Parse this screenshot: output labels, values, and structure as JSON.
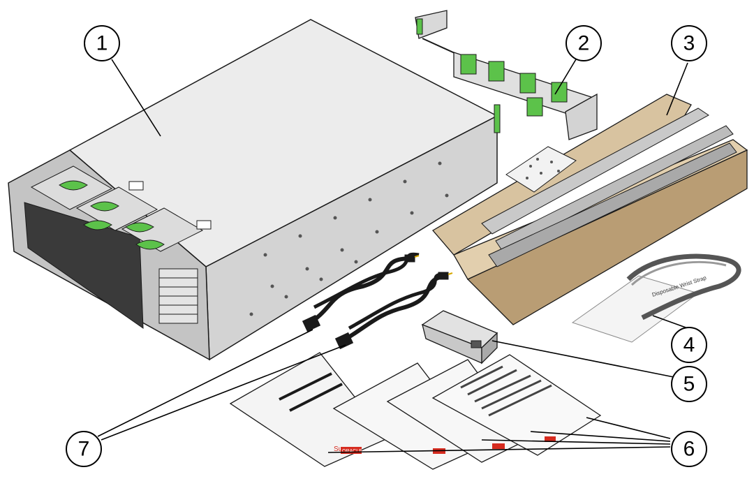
{
  "callouts": {
    "server": "1",
    "cable_management_arm": "2",
    "rail_kit": "3",
    "antistatic_wrist_strap": "4",
    "rj45_db9_adapter": "5",
    "documentation": "6",
    "power_cords": "7"
  },
  "labels": {
    "wrist_strap_bag": "Disposable Wrist Strap",
    "doc_brand": "Sun",
    "doc_brand_badge": "ORACLE"
  },
  "colors": {
    "outline": "#1a1a1a",
    "chassis_top": "#ececec",
    "chassis_side": "#cfcfcf",
    "chassis_front": "#bdbdbd",
    "accent_green": "#5cc24a",
    "cardboard": "#d8c3a0",
    "cardboard_dark": "#b99d74",
    "rail_metal": "#c9c9c9",
    "paper": "#f4f4f4",
    "brand_red": "#d62b1f"
  }
}
